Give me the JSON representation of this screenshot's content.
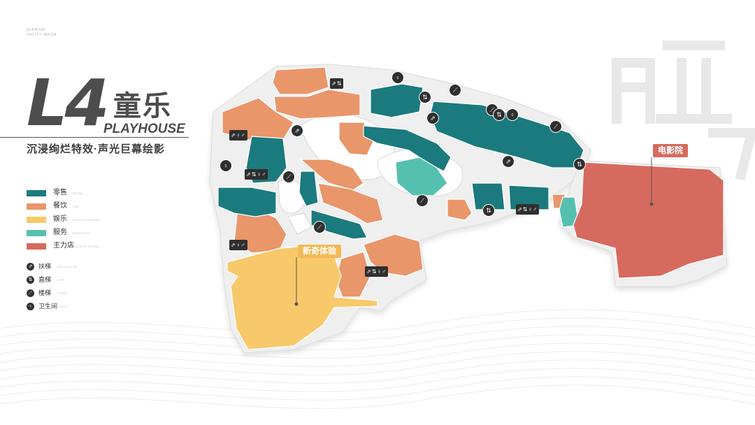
{
  "brand": {
    "line1": "QIANHAI",
    "line2": "INCITY MEGA"
  },
  "title": {
    "floor": "L4",
    "name_cn": "童乐",
    "name_en": "PLAYHOUSE",
    "subtitle": "沉浸绚烂特效·声光巨幕绘影"
  },
  "legend": {
    "categories": [
      {
        "label": "零售",
        "sub": "RETAIL",
        "color": "#1b7a7e"
      },
      {
        "label": "餐饮",
        "sub": "F&B",
        "color": "#e9966a"
      },
      {
        "label": "娱乐",
        "sub": "ENTERTAINMENT",
        "color": "#f7c96a"
      },
      {
        "label": "服务",
        "sub": "SERVICES",
        "color": "#56c0b0"
      },
      {
        "label": "主力店",
        "sub": "ANCHOR STORE",
        "color": "#d66a5e"
      }
    ],
    "facilities": [
      {
        "label": "扶梯",
        "sub": "ESCALATOR",
        "icon": "escalator-icon",
        "glyph": "⇗"
      },
      {
        "label": "直梯",
        "sub": "LIFT",
        "icon": "lift-icon",
        "glyph": "⇅"
      },
      {
        "label": "楼梯",
        "sub": "STAIR",
        "icon": "stair-icon",
        "glyph": "⟋"
      },
      {
        "label": "卫生间",
        "sub": "TOILET",
        "icon": "toilet-icon",
        "glyph": "♀♂"
      }
    ]
  },
  "map": {
    "labels": {
      "cinema": "电影院",
      "novel": "新奇体验"
    }
  },
  "colors": {
    "retail": "#1b7a7e",
    "fnb": "#e9966a",
    "entertainment": "#f7c96a",
    "services": "#56c0b0",
    "anchor": "#d66a5e",
    "floor": "#efefef"
  }
}
